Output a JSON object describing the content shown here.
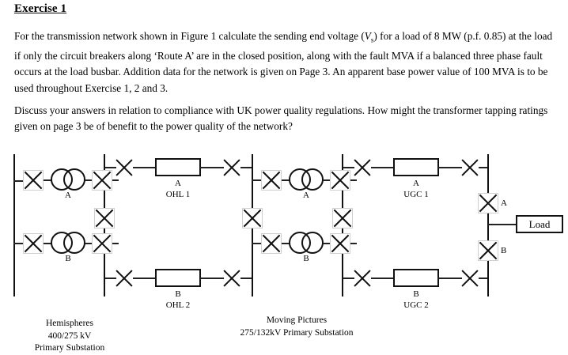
{
  "document": {
    "title": "Exercise 1",
    "paragraph1_html": "For the transmission network shown in Figure 1 calculate the sending end voltage (<i>V</i><sub>s</sub>) for a load of 8 MW (p.f. 0.85) at the load if only the circuit breakers along &lsquo;Route A&rsquo; are in the closed position, along with the fault MVA if a balanced three phase fault occurs at the load busbar. Addition data for the network is given on Page 3. An apparent base power value of 100 MVA is to be used throughout Exercise 1, 2 and 3.",
    "paragraph2_html": "Discuss your answers in relation to compliance with UK power quality regulations. How might the transformer tapping ratings given on page 3 be of benefit to the power quality of the network?"
  },
  "diagram": {
    "substation_left": {
      "caption_line1": "Hemispheres",
      "caption_line2": "400/275 kV",
      "caption_line3": "Primary Substation",
      "transformer_a_label": "A",
      "transformer_b_label": "B"
    },
    "substation_right": {
      "caption_line1": "Moving Pictures",
      "caption_line2": "275/132kV Primary Substation",
      "transformer_a_label": "A",
      "transformer_b_label": "B"
    },
    "lines": {
      "ohl1_route": "A",
      "ohl1_name": "OHL 1",
      "ohl2_route": "B",
      "ohl2_name": "OHL 2",
      "ugc1_route": "A",
      "ugc1_name": "UGC 1",
      "ugc2_route": "B",
      "ugc2_name": "UGC 2"
    },
    "load": {
      "label": "Load",
      "breaker_a_label": "A",
      "breaker_b_label": "B"
    },
    "colors": {
      "ink": "#111111",
      "breaker_box_border": "#cfcfcf",
      "background": "#ffffff"
    }
  }
}
